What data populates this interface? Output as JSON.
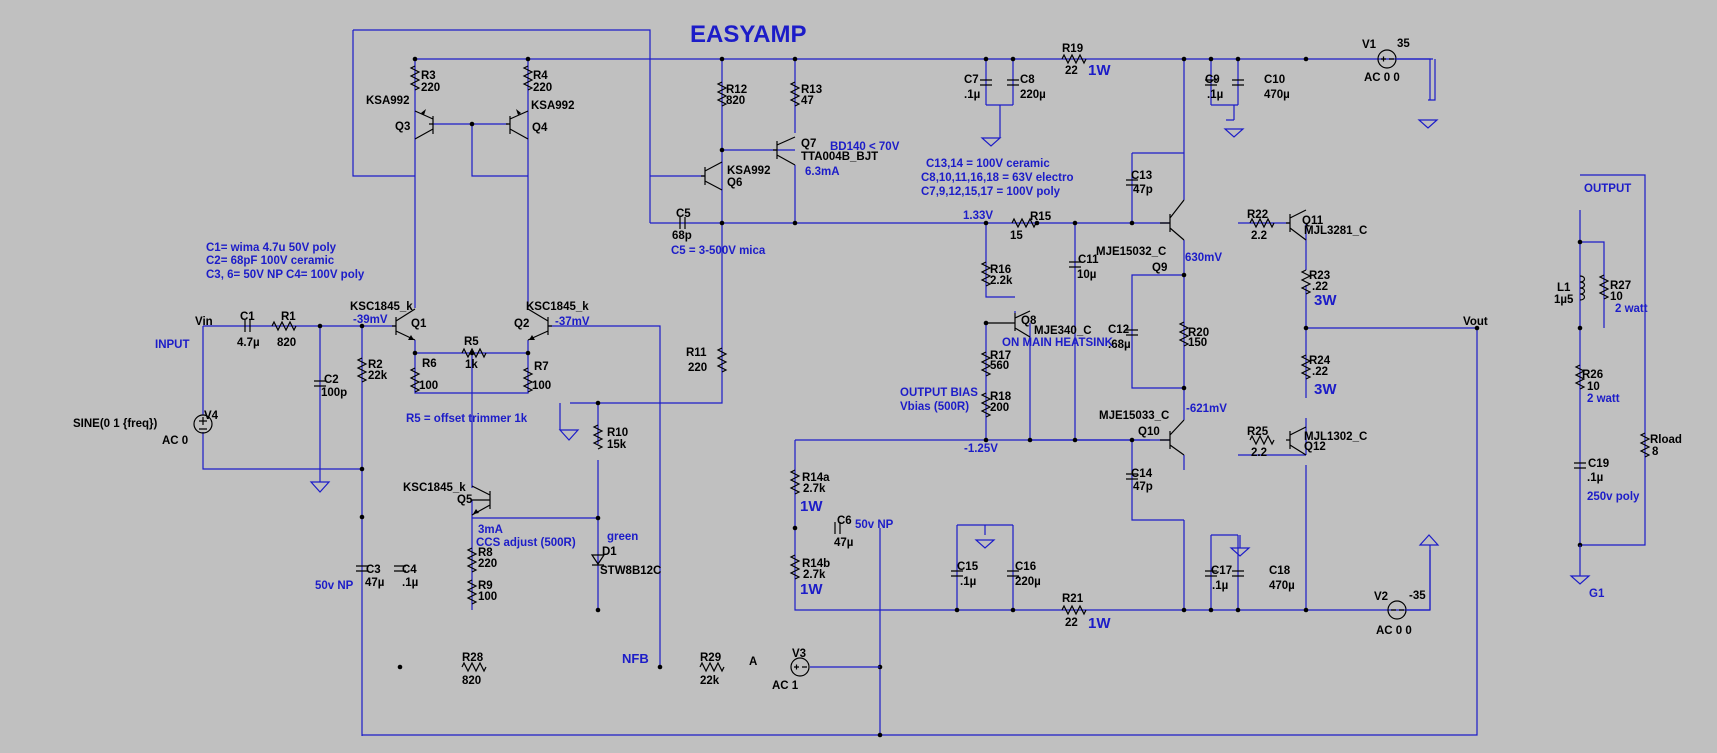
{
  "title": "EASYAMP",
  "comments": {
    "caps_a": "C1= wima 4.7u 50V poly",
    "caps_b": "C2= 68pF 100V ceramic",
    "caps_c": "C3, 6= 50V NP  C4= 100V poly",
    "c5": "C5 = 3-500V mica",
    "q7": "BD140 < 70V",
    "caps_d": "C13,14 = 100V ceramic",
    "caps_e": "C8,10,11,16,18 = 63V electro",
    "caps_f": "C7,9,12,15,17 = 100V poly",
    "heatsink": "ON MAIN HEATSINK",
    "bias_a": "OUTPUT BIAS",
    "bias_b": "Vbias (500R)",
    "offset": "R5 = offset trimmer 1k",
    "ccs_a": "3mA",
    "ccs_b": "CCS adjust (500R)",
    "green": "green",
    "np50a": "50v NP",
    "np50b": "50v NP",
    "c19note": "250v poly",
    "r27w": "2 watt",
    "r26w": "2 watt",
    "r19w": "1W",
    "r21w": "1W",
    "r14aw": "1W",
    "r14bw": "1W",
    "r23w": "3W",
    "r24w": "3W"
  },
  "net_labels": {
    "vin": "Vin",
    "input": "INPUT",
    "vout": "Vout",
    "output": "OUTPUT",
    "nfb": "NFB",
    "a": "A",
    "g1": "G1"
  },
  "readings": {
    "q1b": "-39mV",
    "q2b": "-37mV",
    "q7i": "6.3mA",
    "r15n": "1.33V",
    "q9e": "630mV",
    "q10b": "-1.25V",
    "q10e": "-621mV"
  },
  "components": {
    "R1": {
      "name": "R1",
      "value": "820"
    },
    "R2": {
      "name": "R2",
      "value": "22k"
    },
    "R3": {
      "name": "R3",
      "value": "220"
    },
    "R4": {
      "name": "R4",
      "value": "220"
    },
    "R5": {
      "name": "R5",
      "value": "1k"
    },
    "R6": {
      "name": "R6",
      "value": "100"
    },
    "R7": {
      "name": "R7",
      "value": "100"
    },
    "R8": {
      "name": "R8",
      "value": "220"
    },
    "R9": {
      "name": "R9",
      "value": "100"
    },
    "R10": {
      "name": "R10",
      "value": "15k"
    },
    "R11": {
      "name": "R11",
      "value": "220"
    },
    "R12": {
      "name": "R12",
      "value": "820"
    },
    "R13": {
      "name": "R13",
      "value": "47"
    },
    "R14a": {
      "name": "R14a",
      "value": "2.7k"
    },
    "R14b": {
      "name": "R14b",
      "value": "2.7k"
    },
    "R15": {
      "name": "R15",
      "value": "15"
    },
    "R16": {
      "name": "R16",
      "value": "2.2k"
    },
    "R17": {
      "name": "R17",
      "value": "560"
    },
    "R18": {
      "name": "R18",
      "value": "200"
    },
    "R19": {
      "name": "R19",
      "value": "22"
    },
    "R20": {
      "name": "R20",
      "value": "150"
    },
    "R21": {
      "name": "R21",
      "value": "22"
    },
    "R22": {
      "name": "R22",
      "value": "2.2"
    },
    "R23": {
      "name": "R23",
      "value": ".22"
    },
    "R24": {
      "name": "R24",
      "value": ".22"
    },
    "R25": {
      "name": "R25",
      "value": "2.2"
    },
    "R26": {
      "name": "R26",
      "value": "10"
    },
    "R27": {
      "name": "R27",
      "value": "10"
    },
    "R28": {
      "name": "R28",
      "value": "820"
    },
    "R29": {
      "name": "R29",
      "value": "22k"
    },
    "Rload": {
      "name": "Rload",
      "value": "8"
    },
    "C1": {
      "name": "C1",
      "value": "4.7µ"
    },
    "C2": {
      "name": "C2",
      "value": "100p"
    },
    "C3": {
      "name": "C3",
      "value": "47µ"
    },
    "C4": {
      "name": "C4",
      "value": ".1µ"
    },
    "C5": {
      "name": "C5",
      "value": "68p"
    },
    "C6": {
      "name": "C6",
      "value": "47µ"
    },
    "C7": {
      "name": "C7",
      "value": ".1µ"
    },
    "C8": {
      "name": "C8",
      "value": "220µ"
    },
    "C9": {
      "name": "C9",
      "value": ".1µ"
    },
    "C10": {
      "name": "C10",
      "value": "470µ"
    },
    "C11": {
      "name": "C11",
      "value": "10µ"
    },
    "C12": {
      "name": "C12",
      "value": ".68µ"
    },
    "C13": {
      "name": "C13",
      "value": "47p"
    },
    "C14": {
      "name": "C14",
      "value": "47p"
    },
    "C15": {
      "name": "C15",
      "value": ".1µ"
    },
    "C16": {
      "name": "C16",
      "value": "220µ"
    },
    "C17": {
      "name": "C17",
      "value": ".1µ"
    },
    "C18": {
      "name": "C18",
      "value": "470µ"
    },
    "C19": {
      "name": "C19",
      "value": ".1µ"
    },
    "L1": {
      "name": "L1",
      "value": "1µ5"
    },
    "D1": {
      "name": "D1",
      "value": "STW8B12C"
    },
    "Q1": {
      "name": "Q1",
      "model": "KSC1845_k"
    },
    "Q2": {
      "name": "Q2",
      "model": "KSC1845_k"
    },
    "Q3": {
      "name": "Q3",
      "model": "KSA992"
    },
    "Q4": {
      "name": "Q4",
      "model": "KSA992"
    },
    "Q5": {
      "name": "Q5",
      "model": "KSC1845_k"
    },
    "Q6": {
      "name": "Q6",
      "model": "KSA992"
    },
    "Q7": {
      "name": "Q7",
      "model": "TTA004B_BJT"
    },
    "Q8": {
      "name": "Q8",
      "model": "MJE340_C"
    },
    "Q9": {
      "name": "Q9",
      "model": "MJE15032_C"
    },
    "Q10": {
      "name": "Q10",
      "model": "MJE15033_C"
    },
    "Q11": {
      "name": "Q11",
      "model": "MJL3281_C"
    },
    "Q12": {
      "name": "Q12",
      "model": "MJL1302_C"
    },
    "V1": {
      "name": "V1",
      "value": "35",
      "ac": "AC 0 0"
    },
    "V2": {
      "name": "V2",
      "value": "-35",
      "ac": "AC 0 0"
    },
    "V3": {
      "name": "V3",
      "ac": "AC 1"
    },
    "V4": {
      "name": "V4",
      "value": "SINE(0 1 {freq})",
      "ac": "AC 0"
    }
  }
}
